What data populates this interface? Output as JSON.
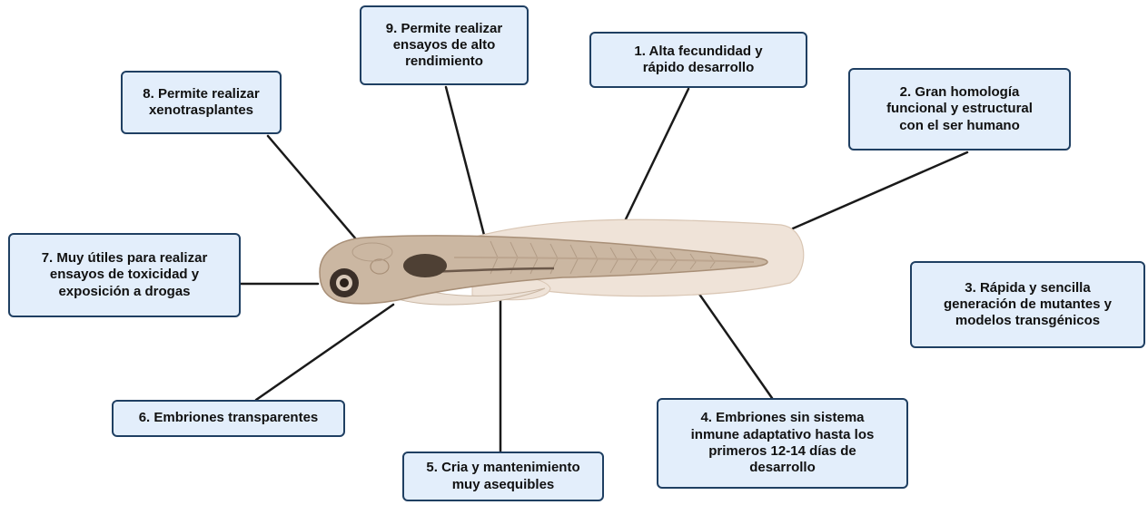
{
  "diagram": {
    "subject": "zebrafish-larva",
    "callouts": [
      {
        "id": "c1",
        "text": "1.  Alta fecundidad y\nrápido desarrollo"
      },
      {
        "id": "c2",
        "text": "2. Gran homología\nfuncional y estructural\ncon el ser humano"
      },
      {
        "id": "c3",
        "text": "3. Rápida y sencilla\ngeneración de mutantes y\nmodelos transgénicos"
      },
      {
        "id": "c4",
        "text": "4. Embriones sin sistema\ninmune adaptativo hasta los\nprimeros 12-14 días de\ndesarrollo"
      },
      {
        "id": "c5",
        "text": "5. Cria y mantenimiento\nmuy asequibles"
      },
      {
        "id": "c6",
        "text": "6. Embriones transparentes"
      },
      {
        "id": "c7",
        "text": "7. Muy útiles para realizar\nensayos de toxicidad y\nexposición a drogas"
      },
      {
        "id": "c8",
        "text": "8. Permite realizar\nxenotrasplantes"
      },
      {
        "id": "c9",
        "text": "9. Permite realizar\nensayos de alto\nrendimiento"
      }
    ]
  },
  "colors": {
    "box_fill": "#e3eefb",
    "box_border": "#1f3f62",
    "connector": "#1a1a1a",
    "fish_body": "#cbb7a2",
    "fin_fold": "#efe3d8",
    "yolk": "#ece1d6",
    "eye": "#3b2f28",
    "swim_bladder": "#4e4034"
  }
}
